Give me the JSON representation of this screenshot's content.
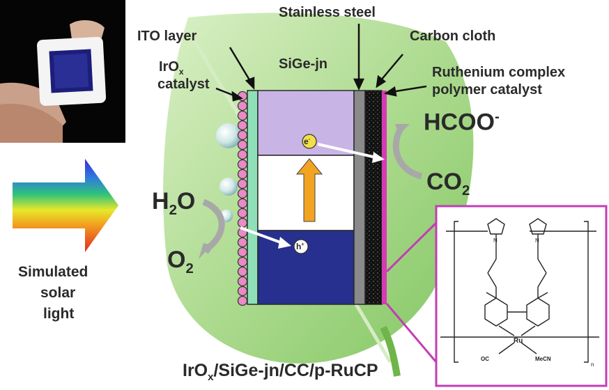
{
  "labels": {
    "ito_layer": "ITO layer",
    "stainless_steel": "Stainless steel",
    "carbon_cloth": "Carbon cloth",
    "sige_jn": "SiGe-jn",
    "irox_catalyst_1": "IrO",
    "irox_sub": "x",
    "irox_catalyst_2": "catalyst",
    "ru_line1": "Ruthenium complex",
    "ru_line2": "polymer catalyst",
    "hcoo": "HCOO",
    "hcoo_sup": "-",
    "co2": "CO",
    "co2_sub": "2",
    "h2o_h": "H",
    "h2o_sub": "2",
    "h2o_o": "O",
    "o2": "O",
    "o2_sub": "2",
    "electron": "e",
    "electron_sup": "-",
    "hole": "h",
    "hole_sup": "+",
    "simulated_1": "Simulated",
    "simulated_2": "solar",
    "simulated_3": "light",
    "bottom_irox": "IrO",
    "bottom_sub": "x",
    "bottom_rest": "/SiGe-jn/CC/p-RuCP",
    "mol_ru": "Ru",
    "mol_oc": "OC",
    "mol_mecn": "MeCN",
    "mol_n": "n",
    "mol_N": "N"
  },
  "colors": {
    "leaf": "#9bd27a",
    "leaf_dark": "#6fb54a",
    "ito": "#8fe0b8",
    "bead": "#e88bc6",
    "sige_top": "#c9b4e6",
    "sige_bottom": "#232c86",
    "steel": "#8a8a8a",
    "carbon": "#1a1a1a",
    "ru_strip": "#d63bb5",
    "frame": "#c23eb5",
    "arrow_orange": "#f2a321",
    "arrow_gray": "#a8a8a8"
  }
}
